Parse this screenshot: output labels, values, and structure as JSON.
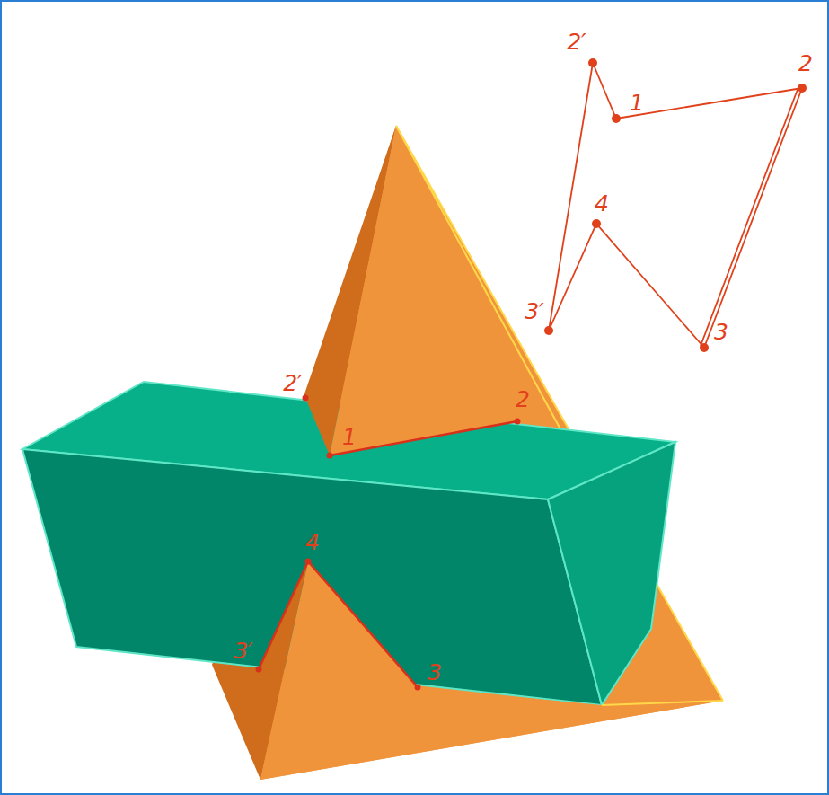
{
  "diagram": {
    "labels": [
      "2′",
      "1",
      "2",
      "4",
      "3′",
      "3",
      "2′",
      "1",
      "2",
      "4",
      "3′",
      "3"
    ]
  }
}
